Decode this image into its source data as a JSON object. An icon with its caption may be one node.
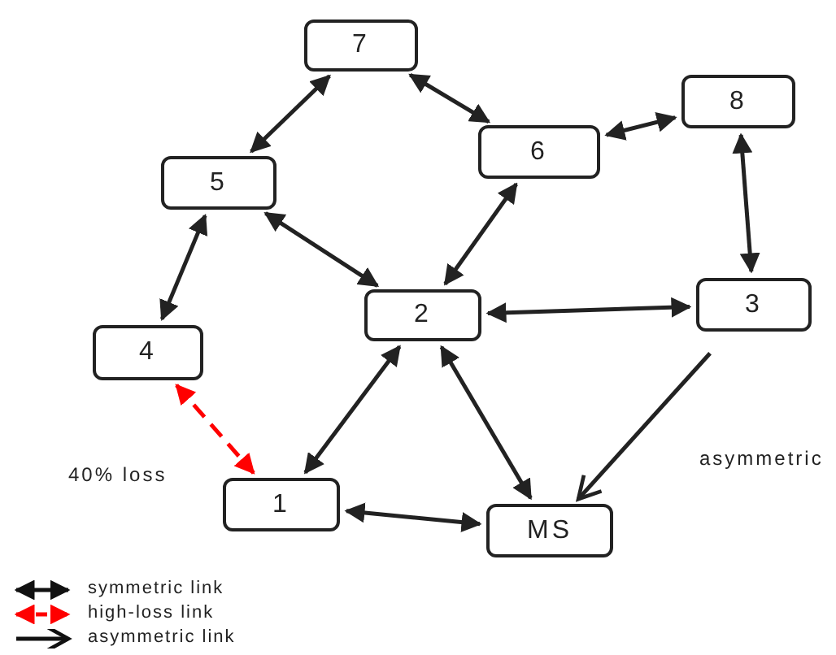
{
  "diagram": {
    "nodes": [
      {
        "text": [
          "7"
        ]
      },
      {
        "text": [
          "8"
        ]
      },
      {
        "text": [
          "6"
        ]
      },
      {
        "text": [
          "5"
        ]
      },
      {
        "text": [
          "2"
        ]
      },
      {
        "text": [
          "3"
        ]
      },
      {
        "text": [
          "4"
        ]
      },
      {
        "text": [
          "1"
        ]
      },
      {
        "text": [
          "MS"
        ]
      }
    ],
    "edges": [
      {
        "from": 0,
        "to": 3,
        "arrow": "both"
      },
      {
        "from": 0,
        "to": 2,
        "arrow": "both"
      },
      {
        "from": 2,
        "to": 1,
        "arrow": "both"
      },
      {
        "from": 3,
        "to": 6,
        "arrow": "both"
      },
      {
        "from": 3,
        "to": 4,
        "arrow": "both"
      },
      {
        "from": 2,
        "to": 4,
        "arrow": "both"
      },
      {
        "from": 1,
        "to": 5,
        "arrow": "both"
      },
      {
        "from": 4,
        "to": 5,
        "arrow": "both"
      },
      {
        "from": 4,
        "to": 7,
        "arrow": "both"
      },
      {
        "from": 4,
        "to": 8,
        "arrow": "both"
      },
      {
        "from": 7,
        "to": 8,
        "arrow": "both"
      },
      {
        "from": 6,
        "to": 7,
        "arrow": "both",
        "label": "40% loss",
        "style": "dashed",
        "color": "#ff0000"
      },
      {
        "from": 5,
        "to": 8,
        "arrow": "to",
        "label": "asymmetric"
      }
    ],
    "legend": [
      {
        "text": "symmetric link"
      },
      {
        "text": "high-loss link"
      },
      {
        "text": "asymmetric link"
      }
    ]
  }
}
